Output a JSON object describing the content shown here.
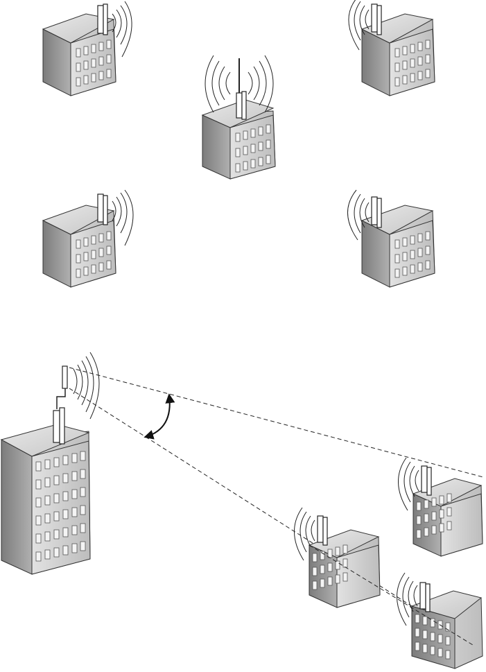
{
  "figure": {
    "top_panel": {
      "buildings": [
        {
          "id": "tl",
          "waves": "right"
        },
        {
          "id": "center",
          "waves": "both",
          "mast": true
        },
        {
          "id": "tr",
          "waves": "left"
        },
        {
          "id": "ml",
          "waves": "right"
        },
        {
          "id": "mr",
          "waves": "left"
        }
      ]
    },
    "bottom_panel": {
      "hub": {
        "id": "tall-hub"
      },
      "remote_buildings": [
        {
          "id": "b1"
        },
        {
          "id": "b2"
        },
        {
          "id": "b3"
        }
      ],
      "beam": {
        "has_angle_arrow": true
      }
    },
    "colors": {
      "face_front": "#c8c8c8",
      "face_side": "#9a9a9a",
      "face_top": "#dcdcdc",
      "window": "#f4f4f4",
      "stroke": "#222222"
    }
  }
}
